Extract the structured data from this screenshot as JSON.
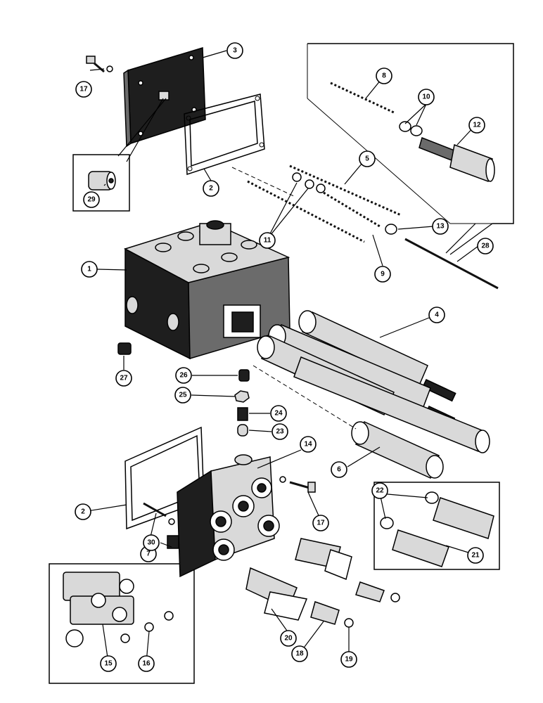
{
  "diagram": {
    "callouts": [
      {
        "id": "c1",
        "label": "1"
      },
      {
        "id": "c2a",
        "label": "2"
      },
      {
        "id": "c2b",
        "label": "2"
      },
      {
        "id": "c3",
        "label": "3"
      },
      {
        "id": "c4",
        "label": "4"
      },
      {
        "id": "c5",
        "label": "5"
      },
      {
        "id": "c6",
        "label": "6"
      },
      {
        "id": "c7",
        "label": "7"
      },
      {
        "id": "c8",
        "label": "8"
      },
      {
        "id": "c9",
        "label": "9"
      },
      {
        "id": "c10",
        "label": "10"
      },
      {
        "id": "c11",
        "label": "11"
      },
      {
        "id": "c12",
        "label": "12"
      },
      {
        "id": "c13",
        "label": "13"
      },
      {
        "id": "c14",
        "label": "14"
      },
      {
        "id": "c15",
        "label": "15"
      },
      {
        "id": "c16",
        "label": "16"
      },
      {
        "id": "c17a",
        "label": "17"
      },
      {
        "id": "c17b",
        "label": "17"
      },
      {
        "id": "c18",
        "label": "18"
      },
      {
        "id": "c19",
        "label": "19"
      },
      {
        "id": "c20",
        "label": "20"
      },
      {
        "id": "c21",
        "label": "21"
      },
      {
        "id": "c22",
        "label": "22"
      },
      {
        "id": "c23",
        "label": "23"
      },
      {
        "id": "c24",
        "label": "24"
      },
      {
        "id": "c25",
        "label": "25"
      },
      {
        "id": "c26",
        "label": "26"
      },
      {
        "id": "c27",
        "label": "27"
      },
      {
        "id": "c28",
        "label": "28"
      },
      {
        "id": "c29",
        "label": "29"
      },
      {
        "id": "c30",
        "label": "30"
      }
    ]
  }
}
